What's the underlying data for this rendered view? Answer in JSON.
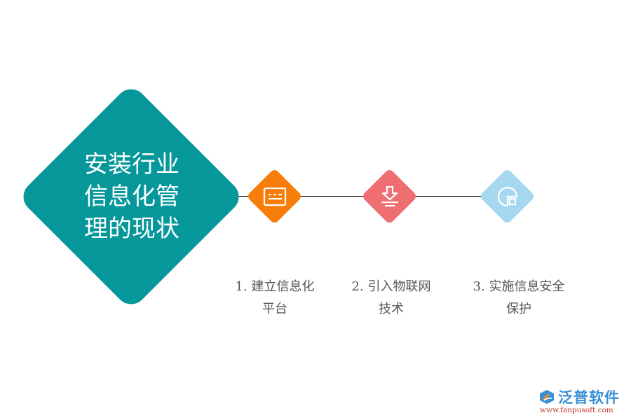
{
  "main": {
    "title_lines": [
      "安装行业",
      "信息化管",
      "理的现状"
    ],
    "title_color": "#06979a"
  },
  "steps": [
    {
      "label_line1": "1. 建立信息化",
      "label_line2": "平台",
      "icon": "monitor-icon",
      "color": "#f77e0b"
    },
    {
      "label_line1": "2. 引入物联网",
      "label_line2": "技术",
      "icon": "download-icon",
      "color": "#ee6e72"
    },
    {
      "label_line1": "3. 实施信息安全",
      "label_line2": "保护",
      "icon": "pie-chart-icon",
      "color": "#a5d8ee"
    }
  ],
  "brand": {
    "name": "泛普软件",
    "url": "www.fanpusoft.com",
    "logo_icon": "fanpu-logo-icon"
  }
}
